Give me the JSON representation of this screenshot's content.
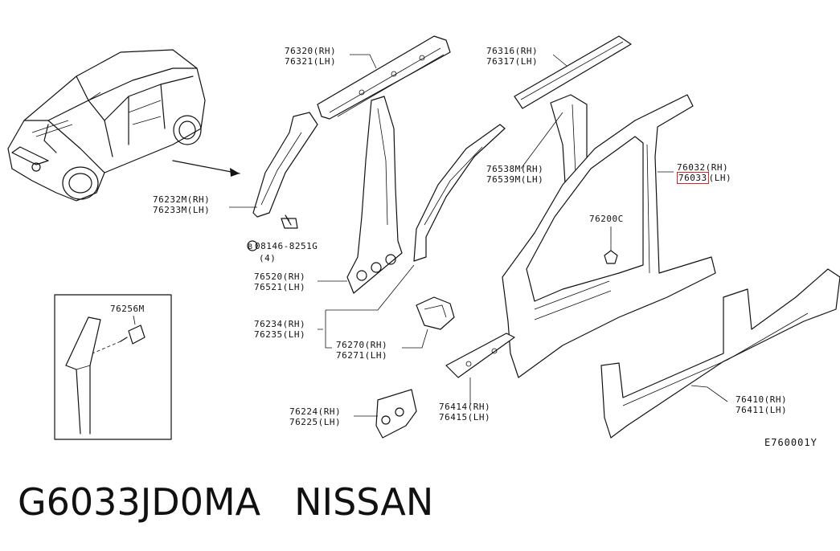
{
  "parts": {
    "p76320": {
      "rh": "76320(RH)",
      "lh": "76321(LH)"
    },
    "p76316": {
      "rh": "76316(RH)",
      "lh": "76317(LH)"
    },
    "p76232": {
      "rh": "76232M(RH)",
      "lh": "76233M(LH)"
    },
    "p76538": {
      "rh": "76538M(RH)",
      "lh": "76539M(LH)"
    },
    "p76032": {
      "rh": "76032(RH)",
      "lh_highlight": "76033",
      "lh_suffix": "(LH)"
    },
    "p76200": {
      "code": "76200C"
    },
    "p08146": {
      "code": "08146-8251G",
      "qty": "(4)",
      "prefix_symbol": "B"
    },
    "p76520": {
      "rh": "76520(RH)",
      "lh": "76521(LH)"
    },
    "p76234": {
      "rh": "76234(RH)",
      "lh": "76235(LH)"
    },
    "p76270": {
      "rh": "76270(RH)",
      "lh": "76271(LH)"
    },
    "p76256": {
      "code": "76256M"
    },
    "p76224": {
      "rh": "76224(RH)",
      "lh": "76225(LH)"
    },
    "p76414": {
      "rh": "76414(RH)",
      "lh": "76415(LH)"
    },
    "p76410": {
      "rh": "76410(RH)",
      "lh": "76411(LH)"
    }
  },
  "diagram_code": "E760001Y",
  "footer": {
    "part_number": "G6033JD0MA",
    "brand": "NISSAN"
  },
  "colors": {
    "highlight": "#e02020",
    "ink": "#111111"
  }
}
